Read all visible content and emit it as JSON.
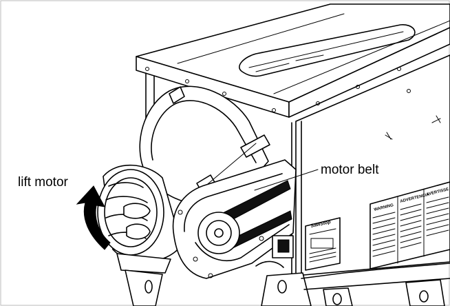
{
  "figure": {
    "labels": {
      "lift_motor": "lift motor",
      "motor_belt": "motor belt"
    },
    "decal_texts": [
      "WARNING",
      "ADVERTENCIA",
      "AVERTISSE"
    ],
    "nameplate_text": "SawStop",
    "colors": {
      "line": "#000000",
      "background": "#ffffff",
      "arrow": "#000000"
    }
  }
}
